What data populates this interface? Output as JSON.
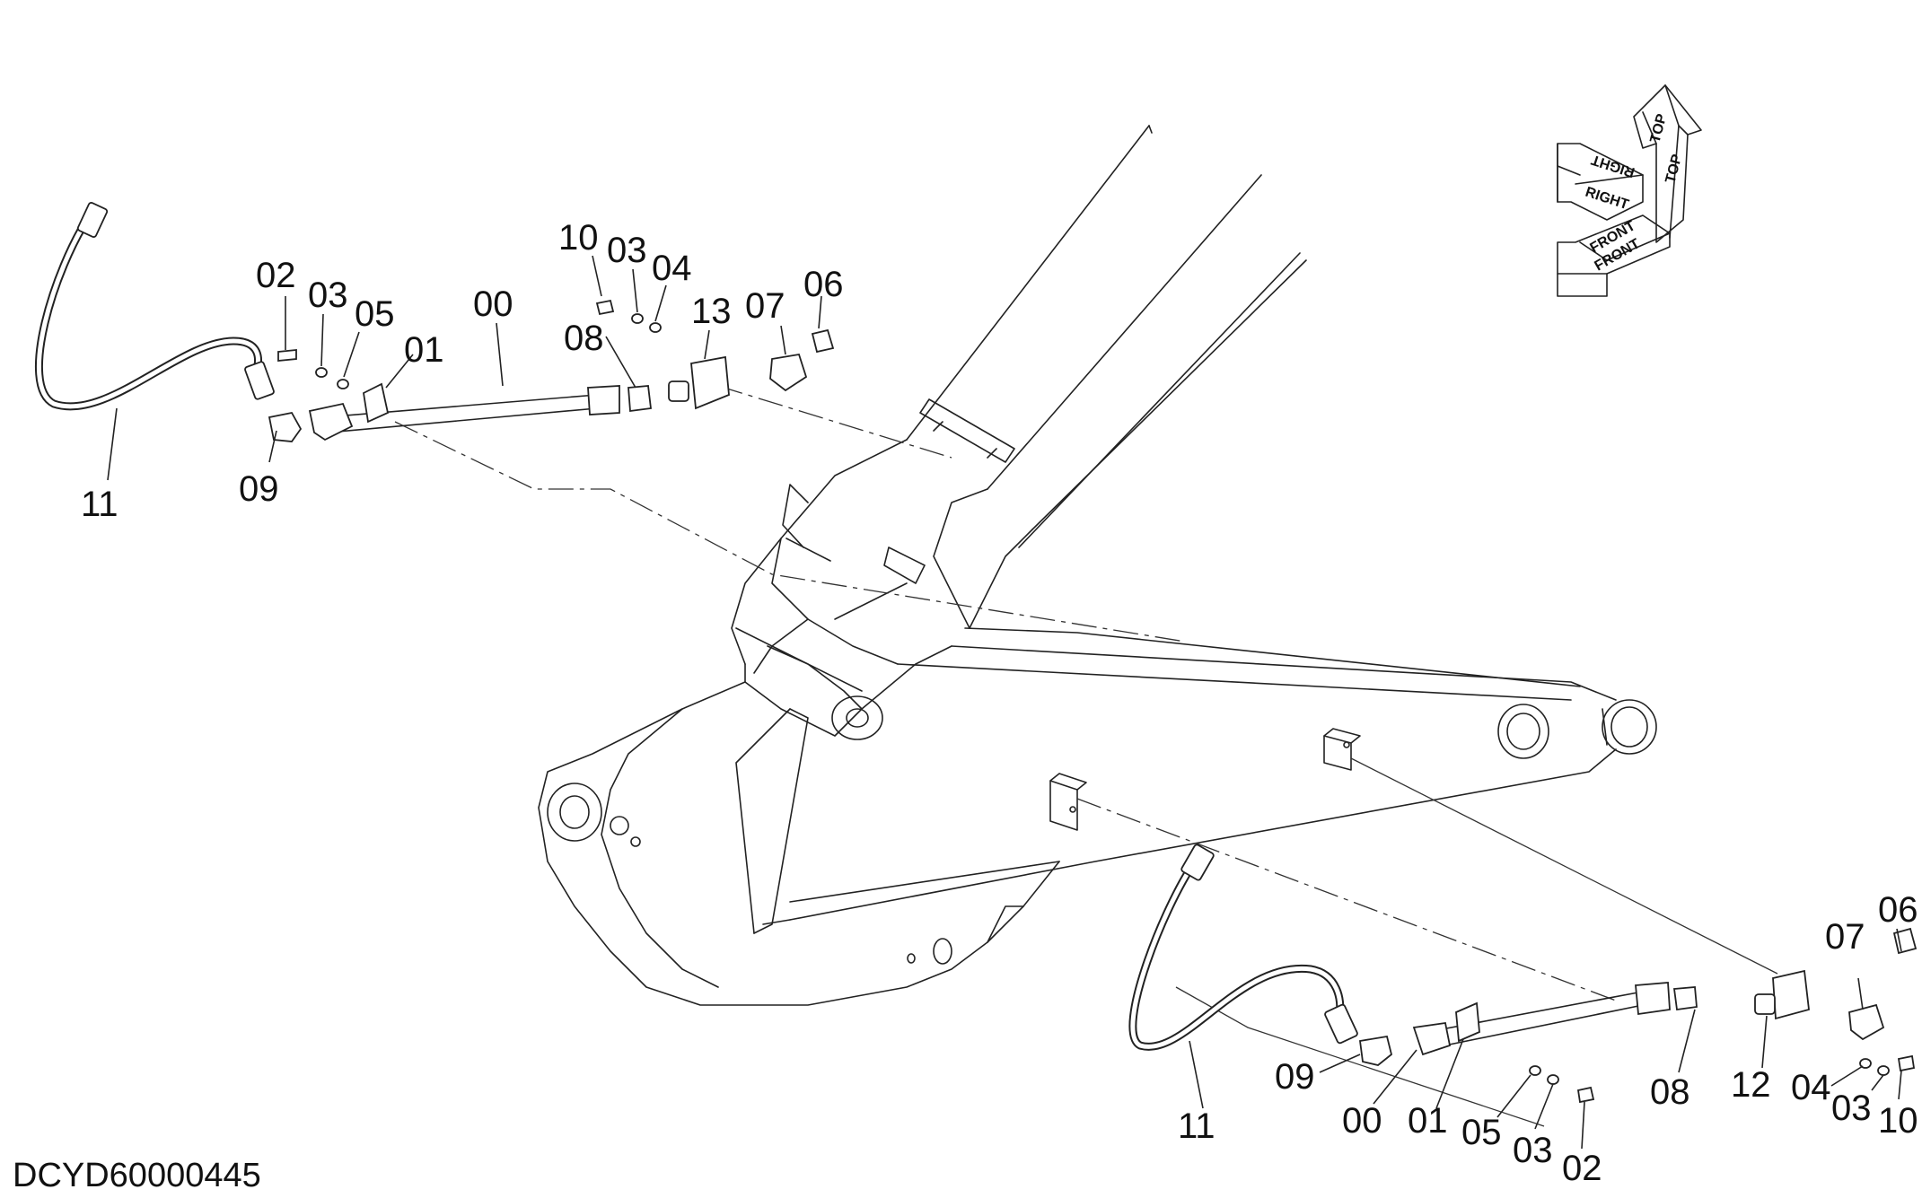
{
  "drawing_code": "DCYD60000445",
  "orientation": {
    "top": "TOP",
    "top_mirrored": "TOP",
    "right": "RIGHT",
    "right_mirrored": "RIGHT",
    "front": "FRONT",
    "front_mirrored": "FRONT"
  },
  "left_callouts": {
    "c10": "10",
    "c03a": "03",
    "c04": "04",
    "c13": "13",
    "c07": "07",
    "c06": "06",
    "c02": "02",
    "c03b": "03",
    "c05": "05",
    "c01": "01",
    "c00": "00",
    "c08": "08",
    "c09": "09",
    "c11": "11"
  },
  "right_callouts": {
    "c06": "06",
    "c07": "07",
    "c09": "09",
    "c00": "00",
    "c01": "01",
    "c05": "05",
    "c03a": "03",
    "c02": "02",
    "c08": "08",
    "c12": "12",
    "c04": "04",
    "c03b": "03",
    "c10": "10",
    "c11": "11"
  }
}
